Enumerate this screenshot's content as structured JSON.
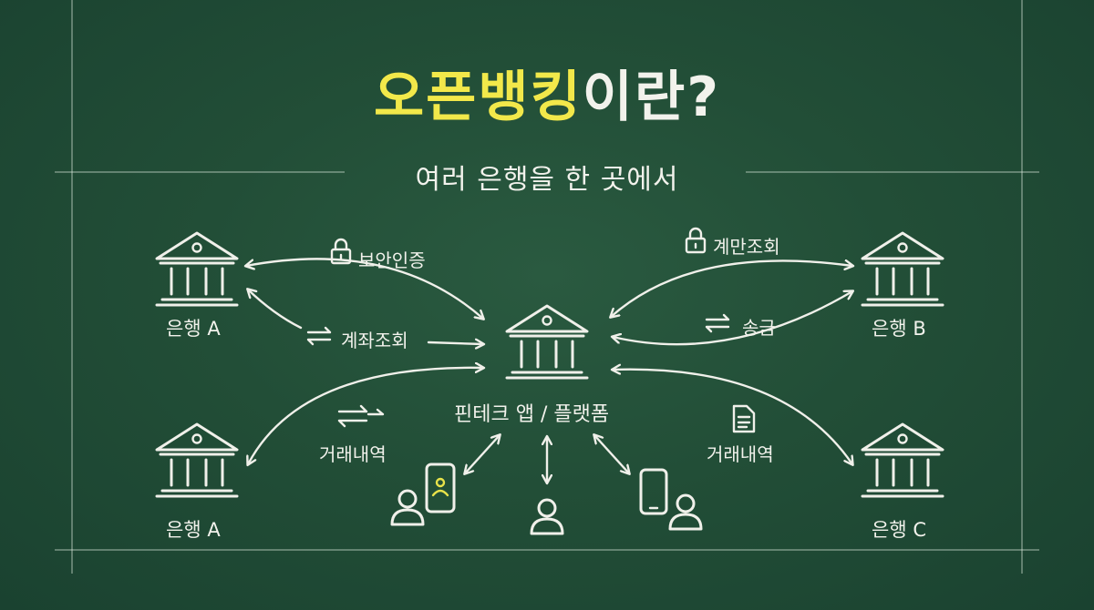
{
  "title": {
    "highlight": "오픈뱅킹",
    "rest": "이란?"
  },
  "subtitle": "여러 은행을 한 곳에서",
  "center": {
    "label": "핀테크 앱 / 플랫폼"
  },
  "banks": {
    "top_left": "은행 A",
    "bottom_left": "은행 A",
    "top_right": "은행 B",
    "bottom_right": "은행 C"
  },
  "links": {
    "security": "보안인증",
    "account_inquiry": "계좌조회",
    "transactions_left": "거래내역",
    "balance_inquiry": "계만조회",
    "transfer": "송금",
    "transactions_right": "거래내역"
  },
  "colors": {
    "board": "#224e37",
    "chalk": "#f0f0ea",
    "highlight": "#f2e84a"
  }
}
